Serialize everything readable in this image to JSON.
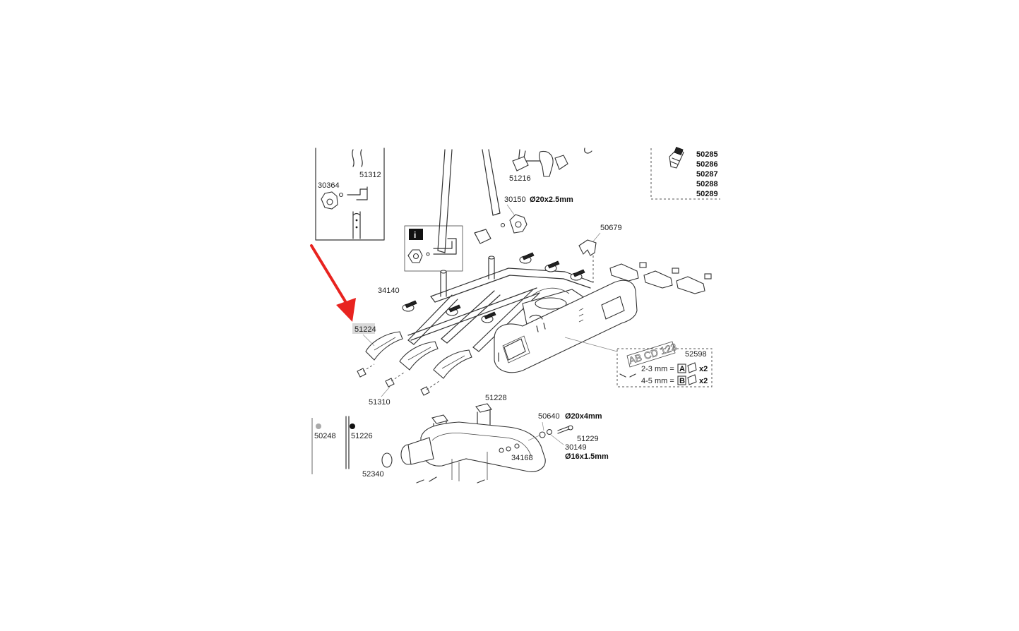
{
  "diagram": {
    "labels": {
      "p30364": "30364",
      "p51312": "51312",
      "p51216": "51216",
      "p30150": "30150",
      "d30150": "Ø20x2.5mm",
      "p50679": "50679",
      "p34140": "34140",
      "p51224": "51224",
      "p51310": "51310",
      "p52598": "52598",
      "p51228": "51228",
      "p50640": "50640",
      "d50640": "Ø20x4mm",
      "p51229": "51229",
      "p30149": "30149",
      "d30149": "Ø16x1.5mm",
      "p34168": "34168",
      "p50248": "50248",
      "p51226": "51226",
      "p52340": "52340",
      "info": "i",
      "kit1": "50285",
      "kit2": "50286",
      "kit3": "50287",
      "kit4": "50288",
      "kit5": "50289",
      "spec_a": "2-3 mm =",
      "spec_b": "4-5 mm =",
      "letter_a": "A",
      "letter_b": "B",
      "qty_a": "x2",
      "qty_b": "x2",
      "plate_text": "AB CD 123"
    },
    "colors": {
      "arrow": "#e8231f",
      "line": "#333333",
      "highlight": "#d9d9d9"
    }
  }
}
